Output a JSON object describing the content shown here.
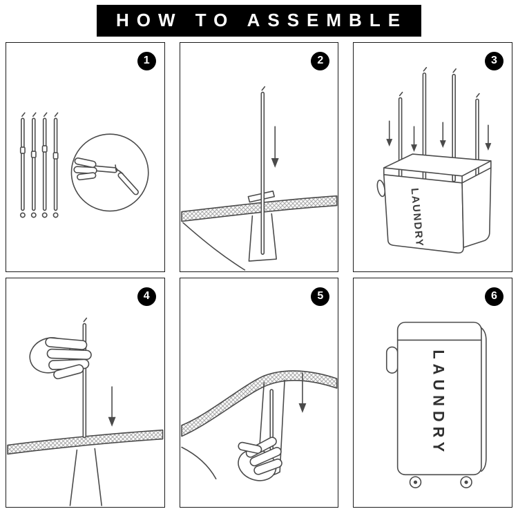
{
  "header": {
    "title": "HOW TO ASSEMBLE"
  },
  "steps": [
    {
      "number": "1",
      "illustration": "four-folding-poles-with-connector-detail"
    },
    {
      "number": "2",
      "illustration": "pole-inserted-down-into-corner-sleeve"
    },
    {
      "number": "3",
      "illustration": "four-poles-inserted-into-hamper-frame",
      "laundry_label": "LAUNDRY"
    },
    {
      "number": "4",
      "illustration": "hand-pushing-pole-down-through-fabric-sleeve"
    },
    {
      "number": "5",
      "illustration": "hand-securing-pole-end-at-fabric-corner"
    },
    {
      "number": "6",
      "illustration": "assembled-laundry-hamper-with-wheels",
      "laundry_label": "LAUNDRY"
    }
  ],
  "icons": {
    "step_badge": "filled-circle-number",
    "direction_arrow": "down-arrow",
    "detail_view": "magnifier-circle"
  },
  "colors": {
    "header_bg": "#000000",
    "header_text": "#ffffff",
    "panel_border": "#1a1a1a",
    "line_art": "#4a4a4a",
    "background": "#ffffff"
  }
}
